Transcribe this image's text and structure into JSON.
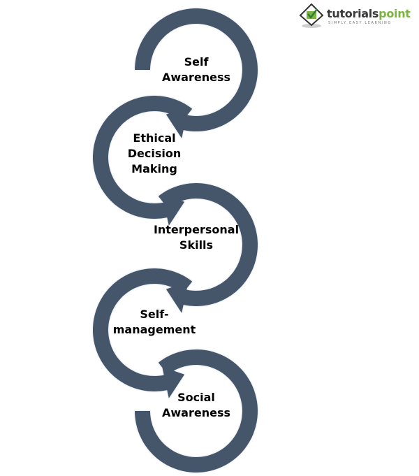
{
  "logo": {
    "name_part1": "tutorials",
    "name_part2": "point",
    "tagline": "SIMPLY EASY LEARNING"
  },
  "diagram": {
    "title": "Components of Emotional Intelligence",
    "arrow_color": "#44546a",
    "steps": [
      {
        "line1": "Self",
        "line2": "Awareness",
        "line3": ""
      },
      {
        "line1": "Ethical",
        "line2": "Decision",
        "line3": "Making"
      },
      {
        "line1": "Interpersonal",
        "line2": "Skills",
        "line3": ""
      },
      {
        "line1": "Self-",
        "line2": "management",
        "line3": ""
      },
      {
        "line1": "Social",
        "line2": "Awareness",
        "line3": ""
      }
    ]
  }
}
